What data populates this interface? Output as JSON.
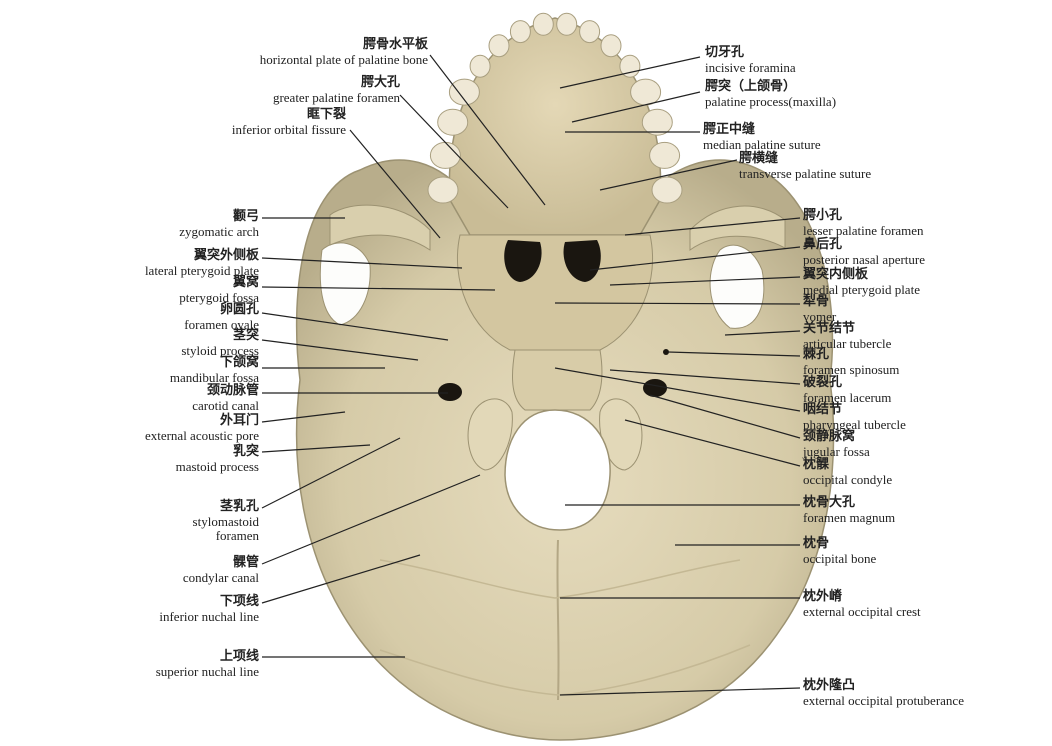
{
  "colors": {
    "background": "#ffffff",
    "bone": "#ddd3b4",
    "bone_dark": "#a99f80",
    "hole": "#1a1610",
    "leader_line": "#222222",
    "text": "#222222"
  },
  "labels": {
    "horizontal_plate": {
      "zh": "腭骨水平板",
      "en": "horizontal plate of palatine bone"
    },
    "greater_palatine": {
      "zh": "腭大孔",
      "en": "greater palatine foramen"
    },
    "inferior_orbital": {
      "zh": "眶下裂",
      "en": "inferior orbital fissure"
    },
    "zygomatic_arch": {
      "zh": "颧弓",
      "en": "zygomatic arch"
    },
    "lateral_pterygoid": {
      "zh": "翼突外侧板",
      "en": "lateral pterygoid plate"
    },
    "pterygoid_fossa": {
      "zh": "翼窝",
      "en": "pterygoid fossa"
    },
    "foramen_ovale": {
      "zh": "卵圆孔",
      "en": "foramen ovale"
    },
    "styloid_process": {
      "zh": "茎突",
      "en": "styloid process"
    },
    "mandibular_fossa": {
      "zh": "下颌窝",
      "en": "mandibular fossa"
    },
    "carotid_canal": {
      "zh": "颈动脉管",
      "en": "carotid canal"
    },
    "external_acoustic": {
      "zh": "外耳门",
      "en": "external acoustic pore"
    },
    "mastoid_process": {
      "zh": "乳突",
      "en": "mastoid process"
    },
    "stylomastoid": {
      "zh": "茎乳孔",
      "en1": "stylomastoid",
      "en2": "foramen"
    },
    "condylar_canal": {
      "zh": "髁管",
      "en": "condylar canal"
    },
    "inferior_nuchal": {
      "zh": "下项线",
      "en": "inferior nuchal line"
    },
    "superior_nuchal": {
      "zh": "上项线",
      "en": "superior nuchal line"
    },
    "incisive": {
      "zh": "切牙孔",
      "en": "incisive foramina"
    },
    "palatine_process": {
      "zh": "腭突（上颌骨）",
      "en": "palatine process(maxilla)"
    },
    "median_palatine": {
      "zh": "腭正中缝",
      "en": "median palatine suture"
    },
    "transverse_palatine": {
      "zh": "腭横缝",
      "en": "transverse palatine suture"
    },
    "lesser_palatine": {
      "zh": "腭小孔",
      "en": "lesser palatine foramen"
    },
    "posterior_nasal": {
      "zh": "鼻后孔",
      "en": "posterior nasal aperture"
    },
    "medial_pterygoid": {
      "zh": "翼突内侧板",
      "en": "medial pterygoid plate"
    },
    "vomer": {
      "zh": "犁骨",
      "en": "vomer"
    },
    "articular_tubercle": {
      "zh": "关节结节",
      "en": "articular tubercle"
    },
    "foramen_spinosum": {
      "zh": "棘孔",
      "en": "foramen spinosum"
    },
    "foramen_lacerum": {
      "zh": "破裂孔",
      "en": "foramen lacerum"
    },
    "pharyngeal_tubercle": {
      "zh": "咽结节",
      "en": "pharyngeal tubercle"
    },
    "jugular_fossa": {
      "zh": "颈静脉窝",
      "en": "jugular fossa"
    },
    "occipital_condyle": {
      "zh": "枕髁",
      "en": "occipital condyle"
    },
    "foramen_magnum": {
      "zh": "枕骨大孔",
      "en": "foramen magnum"
    },
    "occipital_bone": {
      "zh": "枕骨",
      "en": "occipital bone"
    },
    "ext_occ_crest": {
      "zh": "枕外嵴",
      "en": "external occipital crest"
    },
    "ext_occ_protuberance": {
      "zh": "枕外隆凸",
      "en": "external occipital protuberance"
    }
  }
}
